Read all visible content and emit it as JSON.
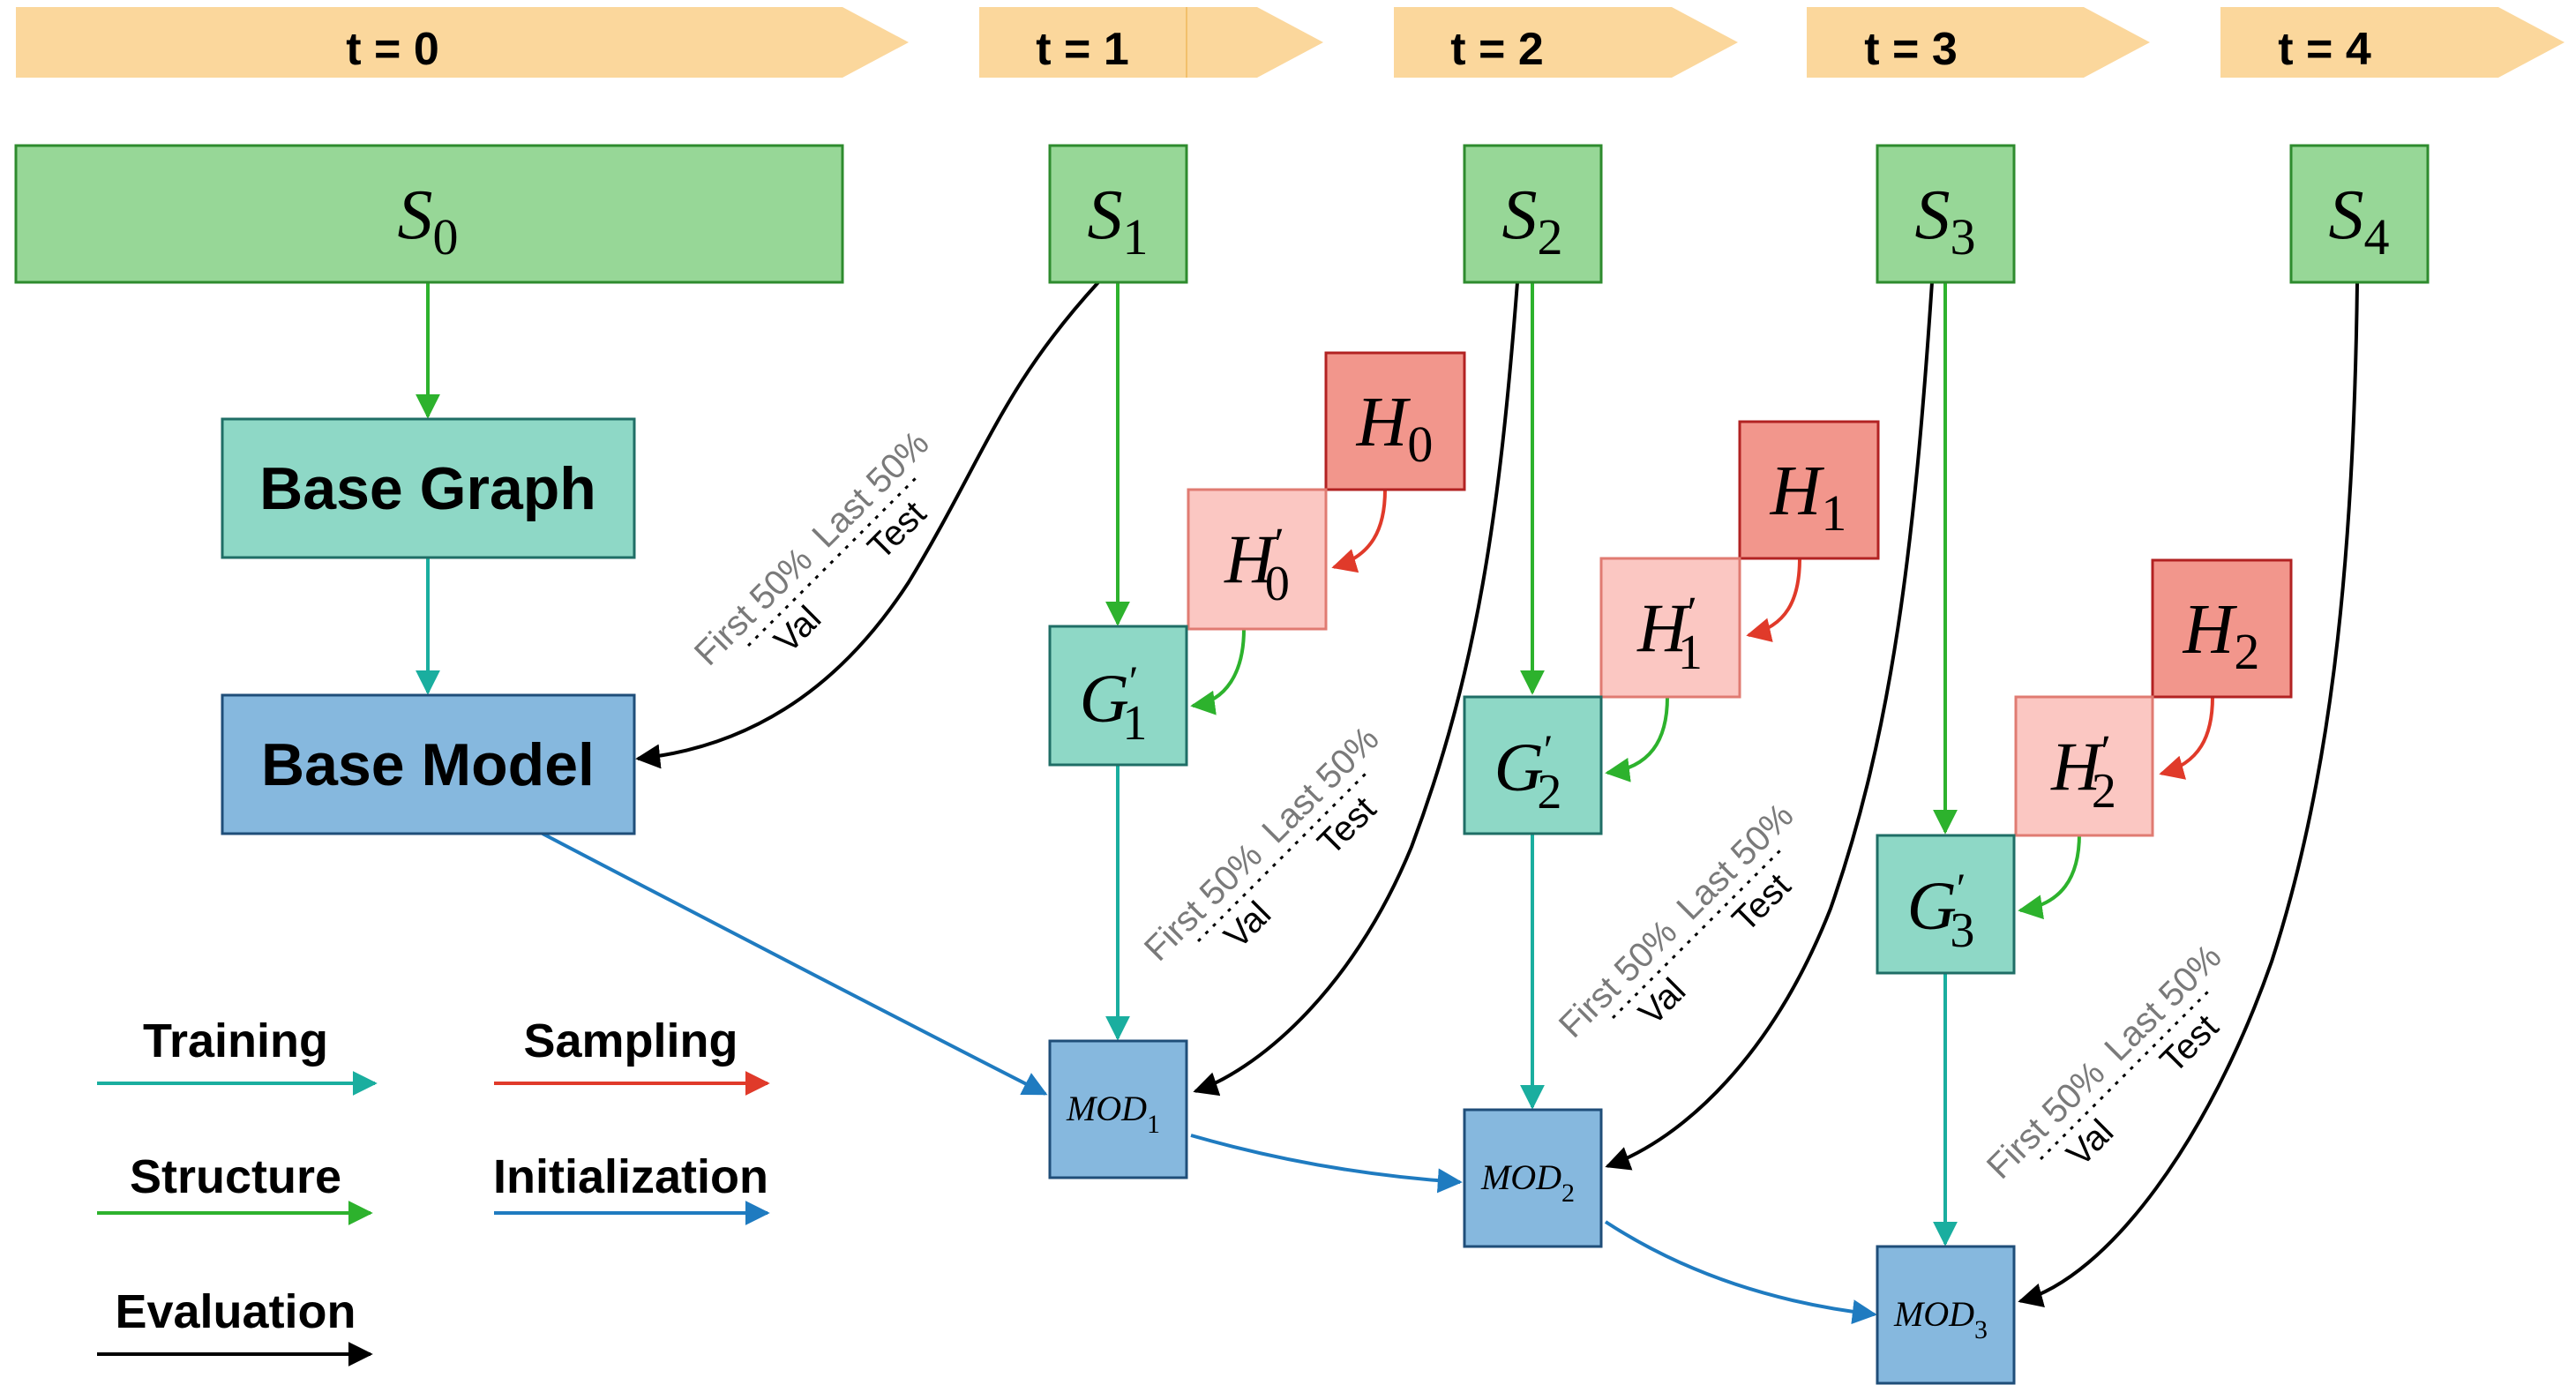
{
  "timeline": [
    "t = 0",
    "t = 1",
    "t = 2",
    "t = 3",
    "t = 4"
  ],
  "snapshots": [
    {
      "base": "S",
      "sub": "0"
    },
    {
      "base": "S",
      "sub": "1"
    },
    {
      "base": "S",
      "sub": "2"
    },
    {
      "base": "S",
      "sub": "3"
    },
    {
      "base": "S",
      "sub": "4"
    }
  ],
  "base_graph": "Base Graph",
  "base_model": "Base Model",
  "hist": [
    {
      "base": "H",
      "sub": "0"
    },
    {
      "base": "H",
      "sub": "1"
    },
    {
      "base": "H",
      "sub": "2"
    }
  ],
  "hist_prime": [
    {
      "base": "H",
      "prime": "′",
      "sub": "0"
    },
    {
      "base": "H",
      "prime": "′",
      "sub": "1"
    },
    {
      "base": "H",
      "prime": "′",
      "sub": "2"
    }
  ],
  "graphs": [
    {
      "base": "G",
      "prime": "′",
      "sub": "1"
    },
    {
      "base": "G",
      "prime": "′",
      "sub": "2"
    },
    {
      "base": "G",
      "prime": "′",
      "sub": "3"
    }
  ],
  "models": [
    {
      "base": "MOD",
      "sub": "1"
    },
    {
      "base": "MOD",
      "sub": "2"
    },
    {
      "base": "MOD",
      "sub": "3"
    }
  ],
  "split": {
    "first": "First 50%",
    "last": "Last 50%",
    "val": "Val",
    "test": "Test"
  },
  "legend": {
    "training": "Training",
    "sampling": "Sampling",
    "structure": "Structure",
    "initialization": "Initialization",
    "evaluation": "Evaluation"
  },
  "colors": {
    "timeline_fill": "#FBD79C",
    "snapshot_fill": "#97D797",
    "snapshot_stroke": "#2E8B2E",
    "graph_fill": "#8ED8C6",
    "graph_stroke": "#1F6E66",
    "model_fill": "#86B8DE",
    "model_stroke": "#1F4E79",
    "hist_fill": "#F2968C",
    "hist_stroke": "#B22222",
    "hist_prime_fill": "#FBC7C2",
    "hist_prime_stroke": "#E07B72",
    "training": "#1AAE9F",
    "structure": "#2DB22D",
    "sampling": "#E03A2A",
    "initialization": "#1F7BC0",
    "evaluation": "#000000",
    "split_grey": "#7A7A7A"
  }
}
